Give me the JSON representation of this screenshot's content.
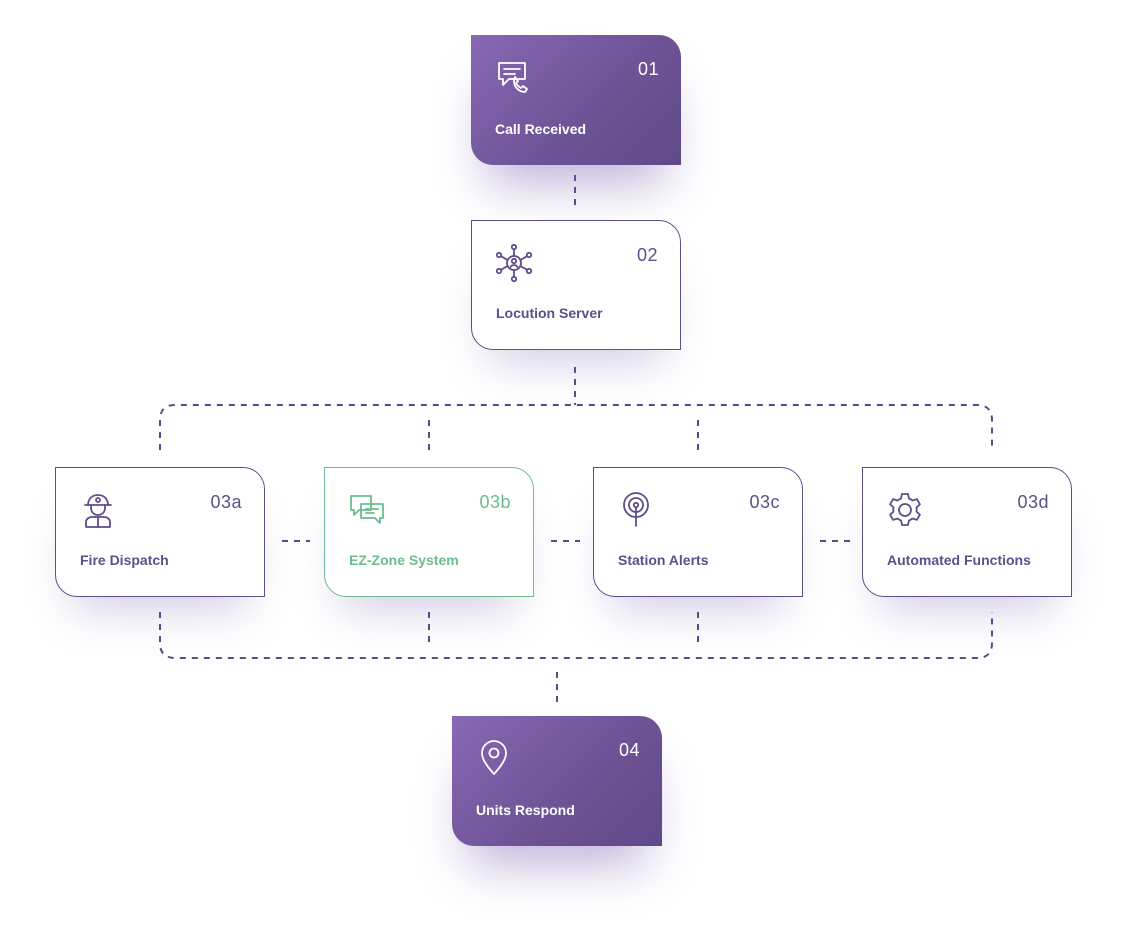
{
  "steps": {
    "call_received": {
      "number": "01",
      "label": "Call Received",
      "icon": "phone-message-icon"
    },
    "locution_server": {
      "number": "02",
      "label": "Locution Server",
      "icon": "network-hub-icon"
    },
    "fire_dispatch": {
      "number": "03a",
      "label": "Fire Dispatch",
      "icon": "firefighter-icon"
    },
    "ez_zone": {
      "number": "03b",
      "label": "EZ-Zone System",
      "icon": "chat-bubbles-icon"
    },
    "station_alerts": {
      "number": "03c",
      "label": "Station Alerts",
      "icon": "broadcast-antenna-icon"
    },
    "automated_functions": {
      "number": "03d",
      "label": "Automated Functions",
      "icon": "gear-icon"
    },
    "units_respond": {
      "number": "04",
      "label": "Units Respond",
      "icon": "location-pin-icon"
    }
  },
  "colors": {
    "purple": "#5e4e8a",
    "purple_fill_start": "#8868b4",
    "purple_fill_end": "#604889",
    "green": "#6cbc8f",
    "connector": "#5a4a8a"
  }
}
